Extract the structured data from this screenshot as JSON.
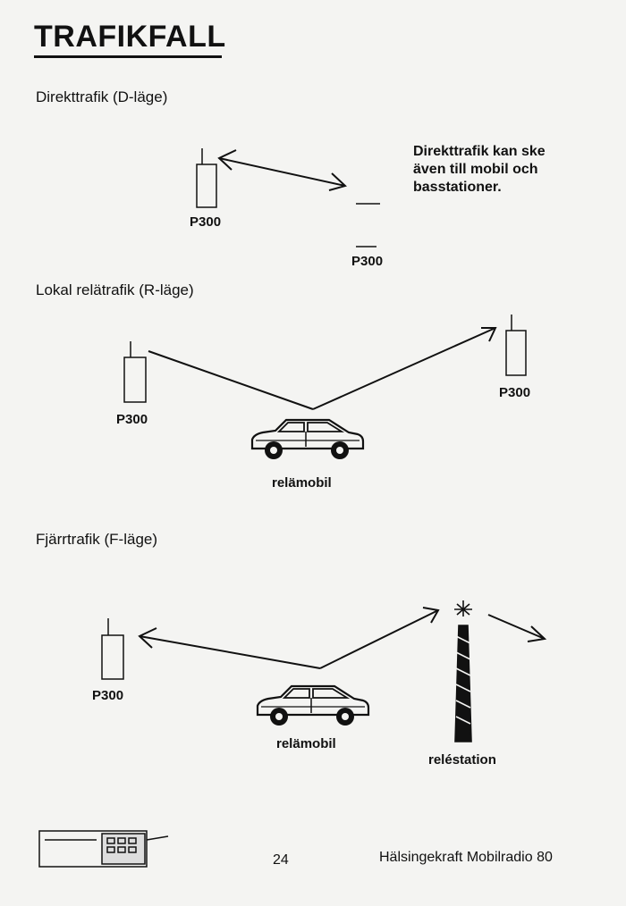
{
  "title": "TRAFIKFALL",
  "sections": {
    "direct": {
      "heading": "Direkttrafik (D-läge)",
      "note_lines": [
        "Direkttrafik kan ske",
        "även till mobil och",
        "basstationer."
      ],
      "unit_left": "P300",
      "unit_right": "P300"
    },
    "local": {
      "heading": "Lokal relätrafik (R-läge)",
      "unit_left": "P300",
      "unit_right": "P300",
      "vehicle": "relämobil"
    },
    "remote": {
      "heading": "Fjärrtrafik (F-läge)",
      "unit_left": "P300",
      "vehicle": "relämobil",
      "station": "reléstation"
    }
  },
  "footer": {
    "page": "24",
    "publisher": "Hälsingekraft Mobilradio 80"
  }
}
